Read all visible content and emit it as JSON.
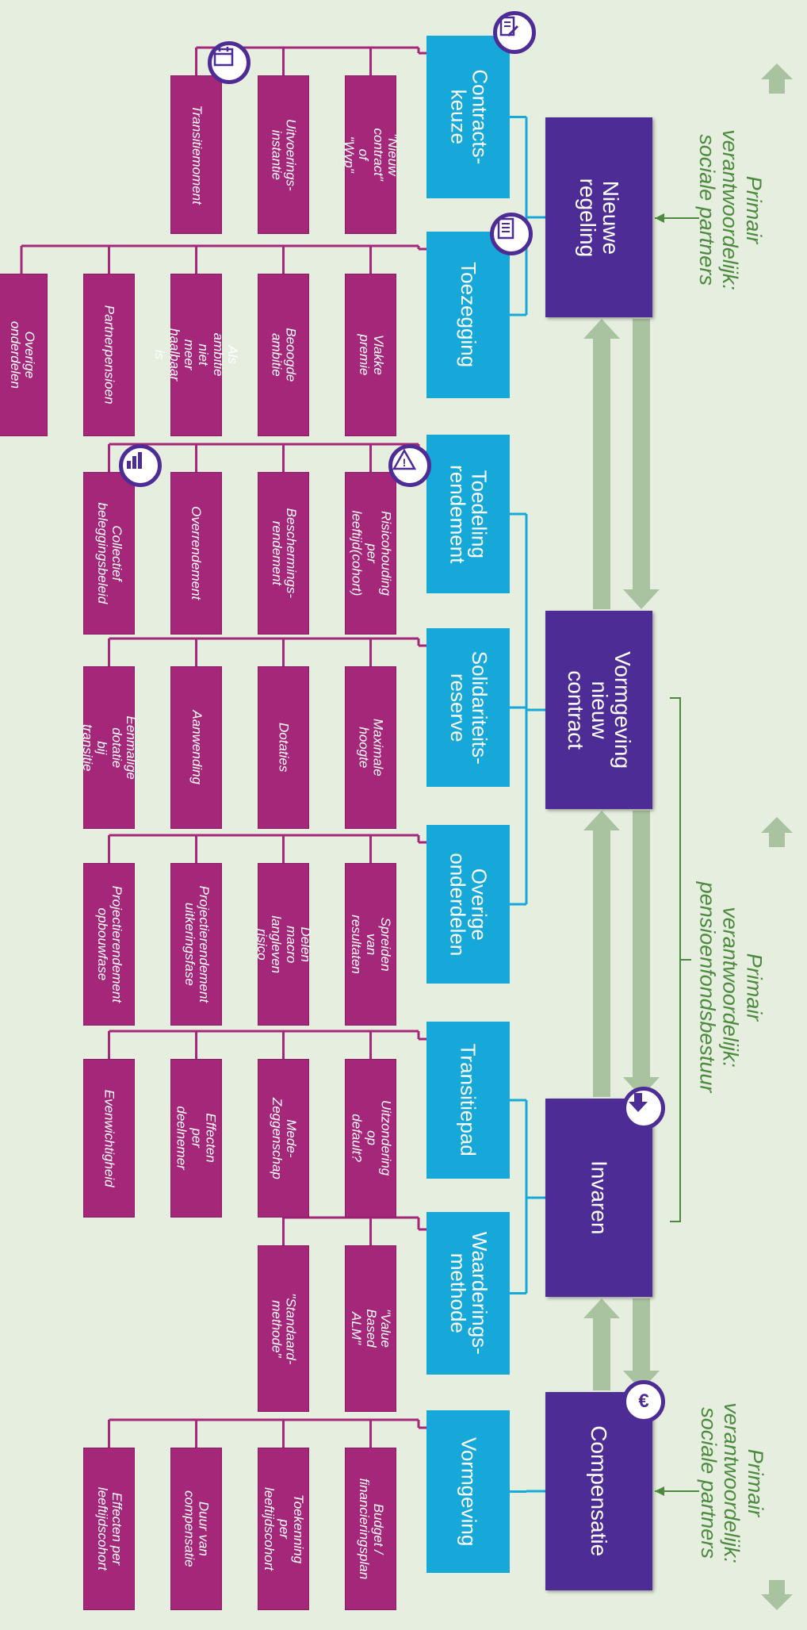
{
  "colors": {
    "main": "#4e2c96",
    "sub": "#15a8d9",
    "item": "#a42779",
    "responsibility": "#4c8a3e",
    "arrow": "#a9c3a1"
  },
  "responsibility": {
    "top": "Primair verantwoordelijk:\nsociale partners",
    "middle": "Primair verantwoordelijk:\npensioenfondsbestuur",
    "bottom": "Primair verantwoordelijk:\nsociale partners"
  },
  "main_nodes": [
    {
      "label": "Nieuwe\nregeling"
    },
    {
      "label": "Vormgeving\nnieuw contract"
    },
    {
      "label": "Invaren"
    },
    {
      "label": "Compensatie"
    }
  ],
  "sub_nodes": [
    {
      "label": "Contracts-\nkeuze",
      "items": [
        "\"Nieuw contract\" of\n\"Wvp\"",
        "Uitvoerings-\ninstantie",
        "Transitiemoment"
      ]
    },
    {
      "label": "Toezegging",
      "items": [
        "Vlakke premie",
        "Beoogde ambitie",
        "Als ambitie niet\nmeer haalbaar is",
        "Partnerpensioen",
        "Overige\nonderdelen"
      ]
    },
    {
      "label": "Toedeling\nrendement",
      "items": [
        "Risicohouding\nper leeftijd(cohort)",
        "Beschermings-\nrendement",
        "Overrendement",
        "Collectief\nbeleggingsbeleid"
      ]
    },
    {
      "label": "Solidariteits-\nreserve",
      "items": [
        "Maximale hoogte",
        "Dotaties",
        "Aanwending",
        "Eenmalige dotatie\nbij transitie"
      ]
    },
    {
      "label": "Overige\nonderdelen",
      "items": [
        "Spreiden van\nresultaten",
        "Delen macro\nlangleven risico",
        "Projectierendement\nuitkeringsfase",
        "Projectierendement\nopbouwfase"
      ]
    },
    {
      "label": "Transitiepad",
      "items": [
        "Uitzondering op\ndefault?",
        "Mede-\nZeggenschap",
        "Effecten per\ndeelnemer",
        "Evenwichtigheid"
      ]
    },
    {
      "label": "Waarderings-\nmethode",
      "items": [
        "\"Value Based ALM\"",
        "\"Standaard-\nmethode\""
      ]
    },
    {
      "label": "Vormgeving",
      "items": [
        "Budget /\nfinancieringsplan",
        "Toekenning per\nleeftijdscohort",
        "Duur van\ncompensatie",
        "Effecten per\nleeftijdscohort"
      ]
    }
  ],
  "icons": {
    "contract": "contract-icon",
    "calendar": "calendar-icon",
    "document": "document-icon",
    "warning": "warning-icon",
    "bar-chart": "bar-chart-icon",
    "down-arrow": "down-arrow-icon",
    "euro": "euro-icon"
  },
  "icon_glyphs": {
    "warning": "!",
    "euro": "€"
  }
}
